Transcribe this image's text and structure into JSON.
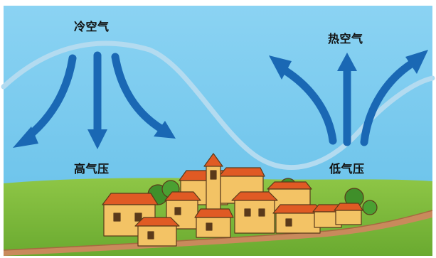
{
  "labels": {
    "cold_air": "冷空气",
    "high_pressure": "高气压",
    "hot_air": "热空气",
    "low_pressure": "低气压"
  },
  "colors": {
    "sky": "#74c7ec",
    "arrow": "#1a68b4",
    "wave": "#a9d6ee",
    "grass": "#7dbb3c",
    "path": "#c98a5c",
    "roof": "#e05a24",
    "wall": "#f3c365"
  },
  "icons": {
    "left_arrows": "arrows-downward-diverging-icon",
    "right_arrows": "arrows-upward-diverging-icon",
    "village": "village-illustration"
  }
}
